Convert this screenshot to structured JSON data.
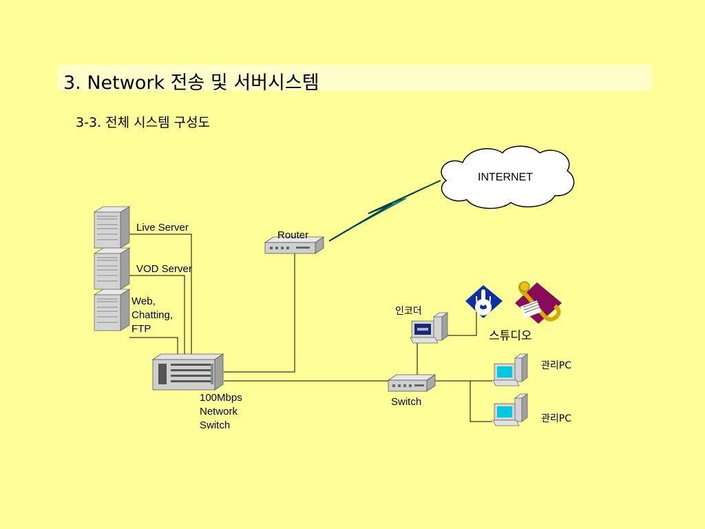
{
  "slide": {
    "title": "3.  Network 전송 및 서버시스템",
    "subtitle": "3-3.  전체 시스템 구성도"
  },
  "nodes": {
    "internet": "INTERNET",
    "router": "Router",
    "live_server": "Live Server",
    "vod_server": "VOD Server",
    "web_server": [
      "Web,",
      "Chatting,",
      "FTP"
    ],
    "network_switch": [
      "100Mbps",
      "Network",
      "Switch"
    ],
    "encoder": "인코더",
    "studio": "스튜디오",
    "switch": "Switch",
    "admin_pc_1": "관리PC",
    "admin_pc_2": "관리PC"
  }
}
